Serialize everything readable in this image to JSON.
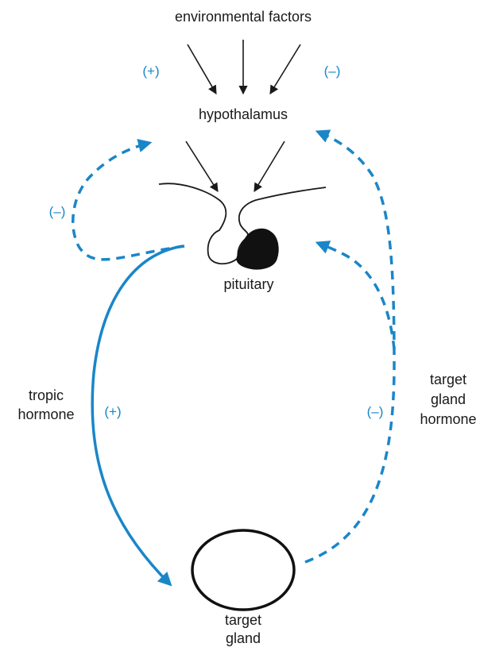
{
  "labels": {
    "environmental_factors": "environmental factors",
    "hypothalamus": "hypothalamus",
    "pituitary": "pituitary",
    "tropic_hormone": [
      "tropic",
      "hormone"
    ],
    "target_gland_hormone": [
      "target",
      "gland",
      "hormone"
    ],
    "target_gland": [
      "target",
      "gland"
    ]
  },
  "signs": {
    "env_positive": "(+)",
    "env_negative": "(–)",
    "short_loop_negative": "(–)",
    "tropic_positive": "(+)",
    "long_loop_negative": "(–)"
  },
  "colors": {
    "feedback": "#1a86c8",
    "text": "#1a1a1a",
    "pituitary_fill": "#111111"
  }
}
